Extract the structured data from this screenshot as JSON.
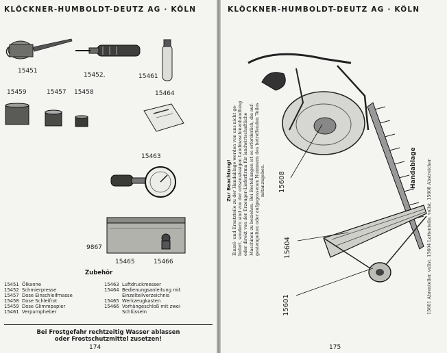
{
  "left_page": {
    "header": "KLÖCKNER-HUMBOLDT-DEUTZ AG · KÖLN",
    "part_labels": {
      "p15451": "15451",
      "p15452": "15452,",
      "p15461": "15461",
      "p15459": "15459",
      "p15457": "15457",
      "p15458": "15458",
      "p15464": "15464",
      "p15463": "15463",
      "p9867": "9867",
      "p15465": "15465",
      "p15466": "15466"
    },
    "box_title": "Zubehör",
    "legend_left": [
      {
        "code": "15451",
        "text": "Ölkanne"
      },
      {
        "code": "15452",
        "text": "Schmierpresse"
      },
      {
        "code": "15457",
        "text": "Dose Einschleifmasse"
      },
      {
        "code": "15458",
        "text": "Dose Schleifrot"
      },
      {
        "code": "15459",
        "text": "Dose Glimmpapier"
      },
      {
        "code": "15461",
        "text": "Verpumpheber"
      }
    ],
    "legend_right": [
      {
        "code": "15463",
        "text": "Luftdruckmesser"
      },
      {
        "code": "15464",
        "text": "Bedienungsanleitung mit"
      },
      {
        "code": "",
        "text": "Einzelteilverzeichnis"
      },
      {
        "code": "15465",
        "text": "Werkzeugkasten"
      },
      {
        "code": "15466",
        "text": "Vorhängeschloß mit zwei"
      },
      {
        "code": "",
        "text": "Schlüsseln"
      }
    ],
    "warning_line1": "Bei Frostgefahr rechtzeitig Wasser ablassen",
    "warning_line2": "oder Frostschutzmittel zusetzen!",
    "page_number": "174"
  },
  "right_page": {
    "header": "KLÖCKNER-HUMBOLDT-DEUTZ AG · KÖLN",
    "part_labels": {
      "p15608": "15608",
      "p15604": "15604",
      "p15601": "15601"
    },
    "title": "Handablage",
    "caption_lines": [
      "15601 Abrenteller, vollst.    15604 Lattenteile, vollst.    15608 Abstreicher"
    ],
    "notice_title": "Zur Beachtung!",
    "notice_lines": [
      "Einzel- und Ersatzteile zu der Handablage werden von uns nicht ge-",
      "liefert, sondern sind von der ortsansässigen Landmaschinenhandlung",
      "oder direkt von der Erzeuger-Lieferfirma für landwirtschaftliche",
      "Maschinen zu beziehen. Bei Bestellungen ist es erforderlich, die auf-",
      "gestempelten oder aufgegossenen Nummern des betreffenden Teiles",
      "mitanzugeben."
    ],
    "page_number": "175"
  }
}
